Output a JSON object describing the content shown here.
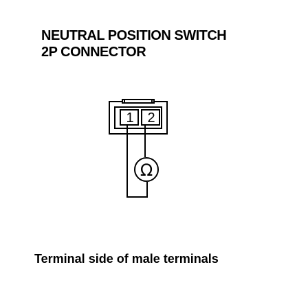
{
  "title": {
    "line1": "NEUTRAL POSITION SWITCH",
    "line2": "2P CONNECTOR"
  },
  "connector": {
    "pin1_label": "1",
    "pin2_label": "2"
  },
  "meter": {
    "symbol": "Ω",
    "icon": "ohmmeter-icon"
  },
  "caption": "Terminal side of male terminals"
}
